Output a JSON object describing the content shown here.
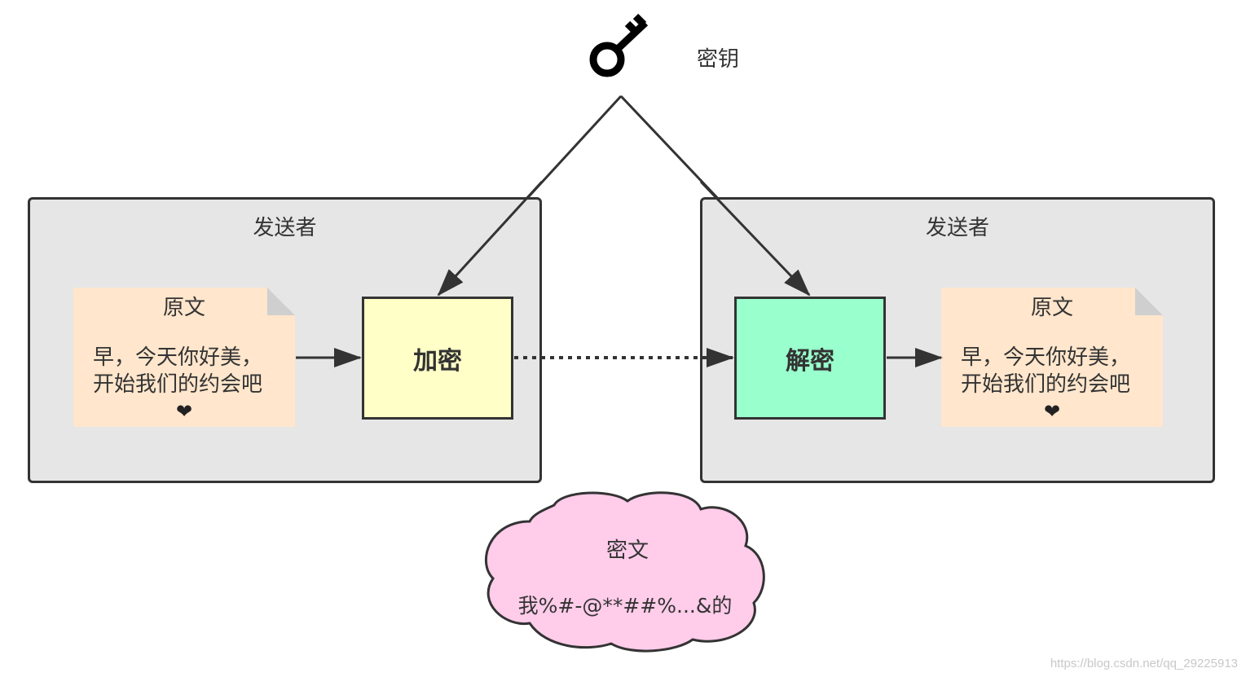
{
  "key": {
    "label": "密钥"
  },
  "sender_panel": {
    "title": "发送者"
  },
  "receiver_panel": {
    "title": "发送者"
  },
  "plaintext_left": {
    "title": "原文",
    "line1": "早，今天你好美，",
    "line2": "开始我们的约会吧",
    "heart": "❤"
  },
  "plaintext_right": {
    "title": "原文",
    "line1": "早，今天你好美，",
    "line2": "开始我们的约会吧",
    "heart": "❤"
  },
  "encrypt_box": {
    "label": "加密"
  },
  "decrypt_box": {
    "label": "解密"
  },
  "ciphertext": {
    "title": "密文",
    "content": "我%#-@**##%...&的"
  },
  "watermark": "https://blog.csdn.net/qq_29225913",
  "colors": {
    "panel_fill": "#e6e6e6",
    "note_fill": "#ffe6cc",
    "encrypt_fill": "#ffffc7",
    "decrypt_fill": "#99ffcc",
    "cloud_fill": "#ffccea",
    "stroke": "#333333"
  },
  "icons": {
    "key": "key-icon",
    "heart": "heart-icon"
  }
}
